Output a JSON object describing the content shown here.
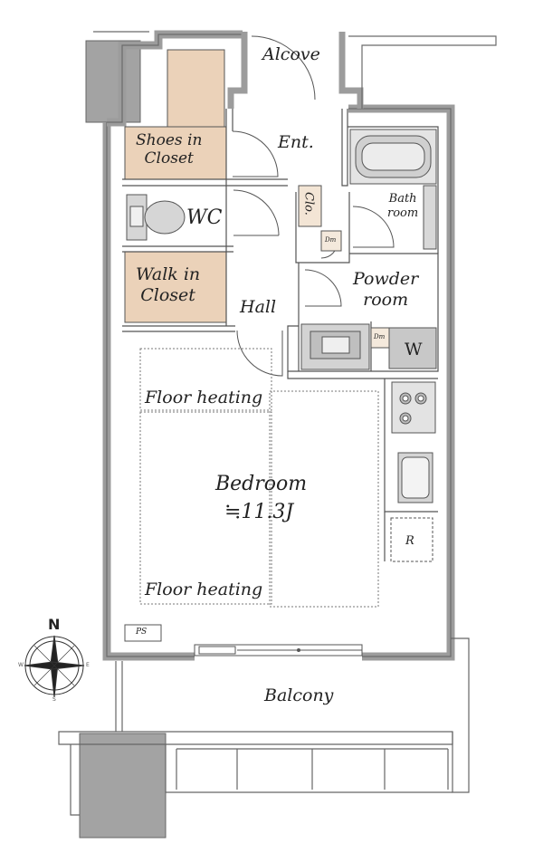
{
  "plan": {
    "rooms": {
      "alcove": "Alcove",
      "entrance": "Ent.",
      "shoes_closet": "Shoes in\nCloset",
      "wc": "WC",
      "closet_clo": "Clo.",
      "bath": "Bath\nroom",
      "walk_in_closet": "Walk in\nCloset",
      "hall": "Hall",
      "powder_room": "Powder\nroom",
      "washer": "W",
      "bedroom": "Bedroom",
      "bedroom_area": "≒11.3J",
      "floor_heating_top": "Floor heating",
      "floor_heating_bottom": "Floor heating",
      "refrigerator": "R",
      "ps": "PS",
      "balcony": "Balcony",
      "dm1": "Dm",
      "dm2": "Dm"
    },
    "compass": {
      "north": "N",
      "east": "E",
      "west": "W",
      "south": "S"
    },
    "colors": {
      "wall": "#9a9a9a",
      "wall_dark": "#7d7d7d",
      "closet_fill": "#e9cfb6",
      "line": "#444444",
      "fixture": "#cfcfcf"
    }
  }
}
